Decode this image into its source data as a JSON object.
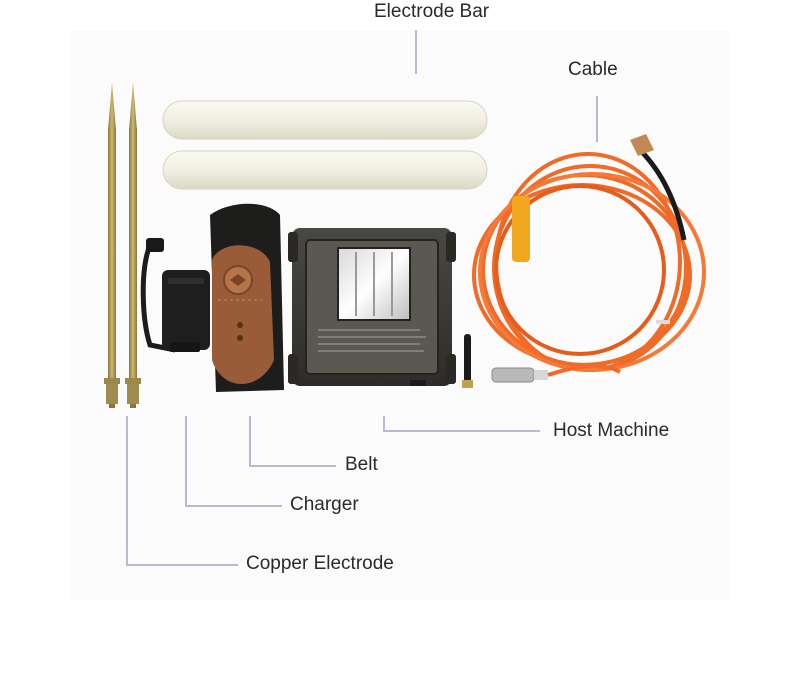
{
  "labels": {
    "electrode_bar": "Electrode Bar",
    "cable": "Cable",
    "host_machine": "Host Machine",
    "belt": "Belt",
    "charger": "Charger",
    "copper_electrode": "Copper Electrode"
  },
  "colors": {
    "background": "#ffffff",
    "panel": "#fafafa",
    "leader_line": "#b9b9d2",
    "label_text": "#2a2a2a",
    "cable_orange": "#f06a28",
    "electrode_bar_white": "#f1efe2",
    "copper_gold": "#b09a55",
    "host_body": "#3b3a36",
    "belt_leather": "#9a5c38"
  }
}
